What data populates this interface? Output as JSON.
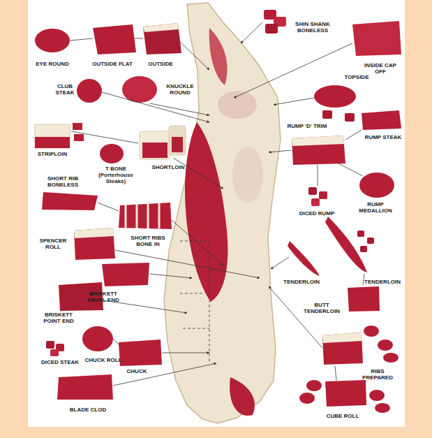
{
  "diagram": {
    "labels": [
      "EYE ROUND",
      "OUTSIDE FLAT",
      "OUTSIDE",
      "SHIN SHANK BONELESS",
      "INSIDE CAP OFF",
      "CLUB STEAK",
      "KNUCKLE ROUND",
      "TOPSIDE",
      "RUMP 'D' TRIM",
      "RUMP STEAK",
      "STRIPLOIN",
      "T BONE (Porterhouse Steaks)",
      "SHORTLOIN",
      "SHORT RIB BONELESS",
      "SHORT RIBS BONE IN",
      "DICED RUMP",
      "RUMP MEDALLION",
      "SPENCER ROLL",
      "BRISKETT NAVEL END",
      "TENDERLOIN",
      "TENDERLOIN",
      "BUTT TENDERLOIN",
      "BRISKETT POINT END",
      "DICED STEAK",
      "CHUCK ROLL",
      "CHUCK",
      "RIBS PREPARED",
      "BLADE CLOD",
      "CUBE ROLL"
    ]
  }
}
